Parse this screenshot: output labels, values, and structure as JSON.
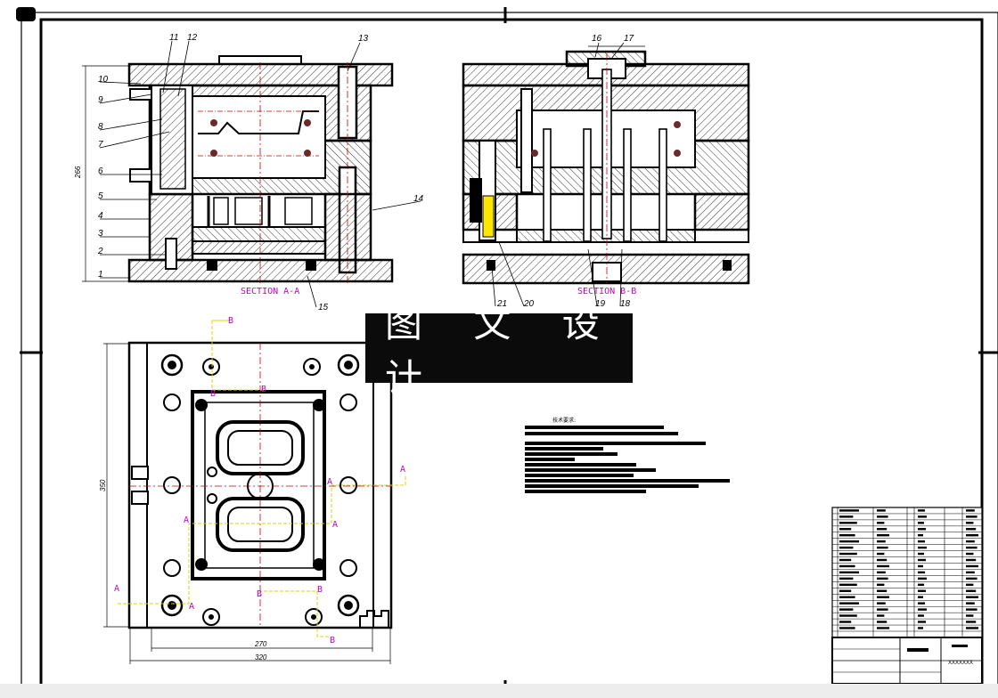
{
  "sheet": {
    "watermark": "图 文 设 计",
    "section_aa_label": "SECTION A-A",
    "section_bb_label": "SECTION B-B",
    "part_numbers_left": [
      "1",
      "2",
      "3",
      "4",
      "5",
      "6",
      "7",
      "8",
      "9",
      "10",
      "11",
      "12",
      "13",
      "14",
      "15"
    ],
    "part_numbers_right": [
      "16",
      "17",
      "18",
      "19",
      "20",
      "21"
    ],
    "dims": {
      "height_left": "266",
      "plate_height": "350",
      "width_inner": "270",
      "width_outer": "320"
    },
    "cut_letters": {
      "a": "A",
      "b": "B"
    },
    "tech_requirements_title": "技术要求:",
    "title_block_drawing_no": "XXXXXXX",
    "colors": {
      "line": "#000000",
      "section_label": "#c400c4",
      "centerline": "#d40000",
      "cut_line": "#e0d000"
    }
  }
}
